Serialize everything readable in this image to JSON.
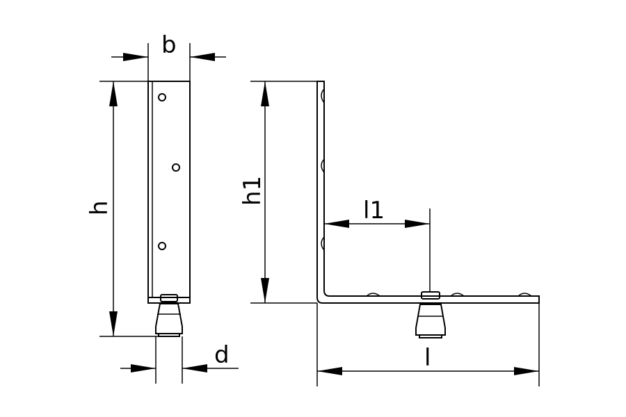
{
  "labels": {
    "b": "b",
    "h": "h",
    "h1": "h1",
    "l1": "l1",
    "l": "l",
    "d": "d"
  }
}
